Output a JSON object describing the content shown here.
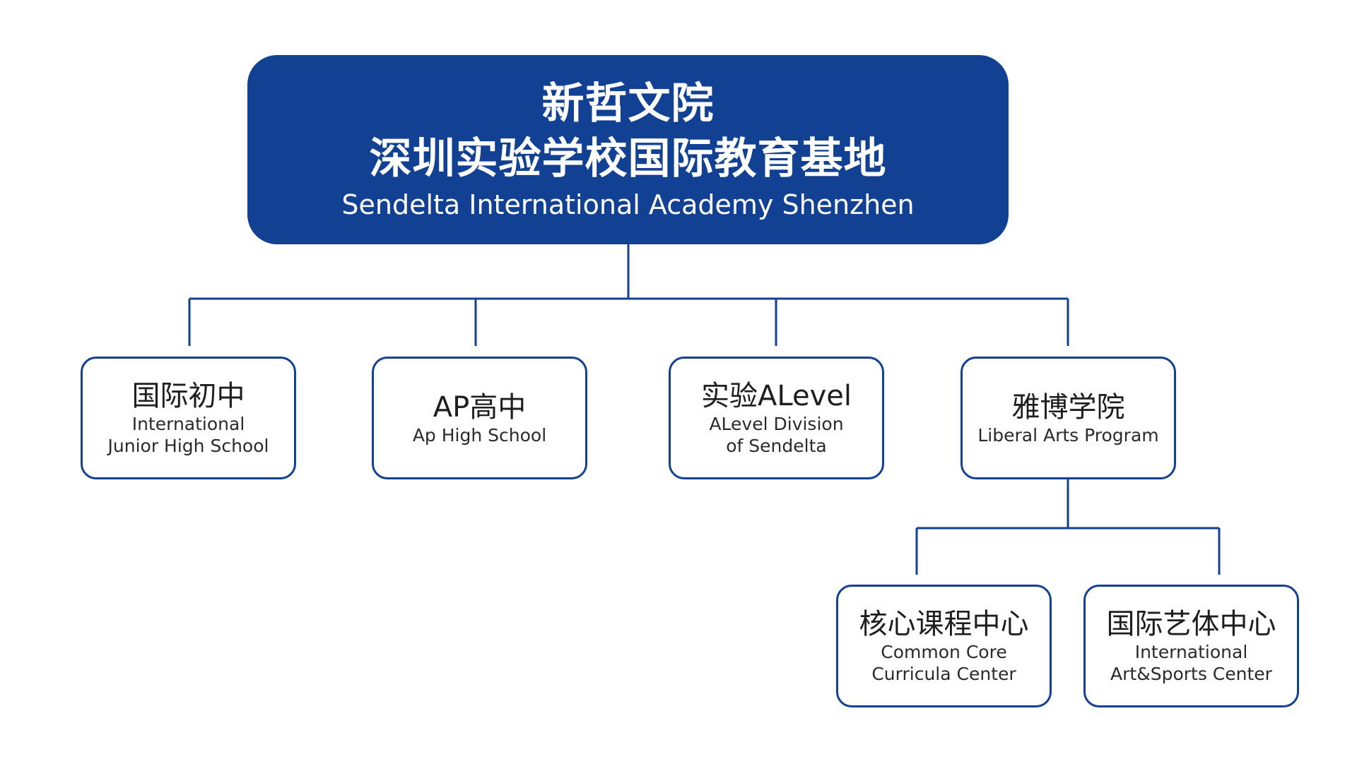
{
  "colors": {
    "brand_blue": "#124193",
    "line_blue": "#124193",
    "text_dark": "#1e1e1e",
    "background": "#ffffff"
  },
  "root": {
    "line1": "新哲文院",
    "line2": "深圳实验学校国际教育基地",
    "line3": "Sendelta International Academy Shenzhen"
  },
  "divisions": [
    {
      "zh": "国际初中",
      "en_lines": [
        "International",
        "Junior High School"
      ]
    },
    {
      "zh": "AP高中",
      "en_lines": [
        "Ap High School"
      ]
    },
    {
      "zh": "实验ALevel",
      "en_lines": [
        "ALevel Division",
        "of Sendelta"
      ]
    },
    {
      "zh": "雅博学院",
      "en_lines": [
        "Liberal Arts Program"
      ]
    }
  ],
  "centers": [
    {
      "zh": "核心课程中心",
      "en_lines": [
        "Common Core",
        "Curricula Center"
      ]
    },
    {
      "zh": "国际艺体中心",
      "en_lines": [
        "International",
        "Art&Sports Center"
      ]
    }
  ]
}
